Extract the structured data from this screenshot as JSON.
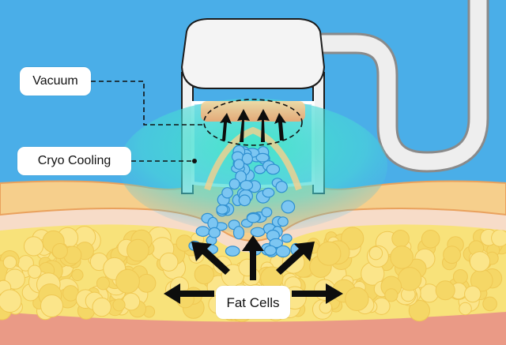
{
  "labels": {
    "vacuum": "Vacuum",
    "cryo_cooling": "Cryo Cooling",
    "fat_cells": "Fat Cells"
  },
  "colors": {
    "background": "#4aaee8",
    "skin": "#f6cf8c",
    "dermis": "#f7dcc8",
    "fat": "#f8e27a",
    "muscle": "#ea9a86",
    "cooling": "#3fe6c6",
    "crystal": "#7cc6f2",
    "device": "#f2f2f2",
    "arrow": "#0d0d0d"
  },
  "icons": {
    "arrows": "arrow-up-icon",
    "crystals": "ice-crystal-icon"
  }
}
